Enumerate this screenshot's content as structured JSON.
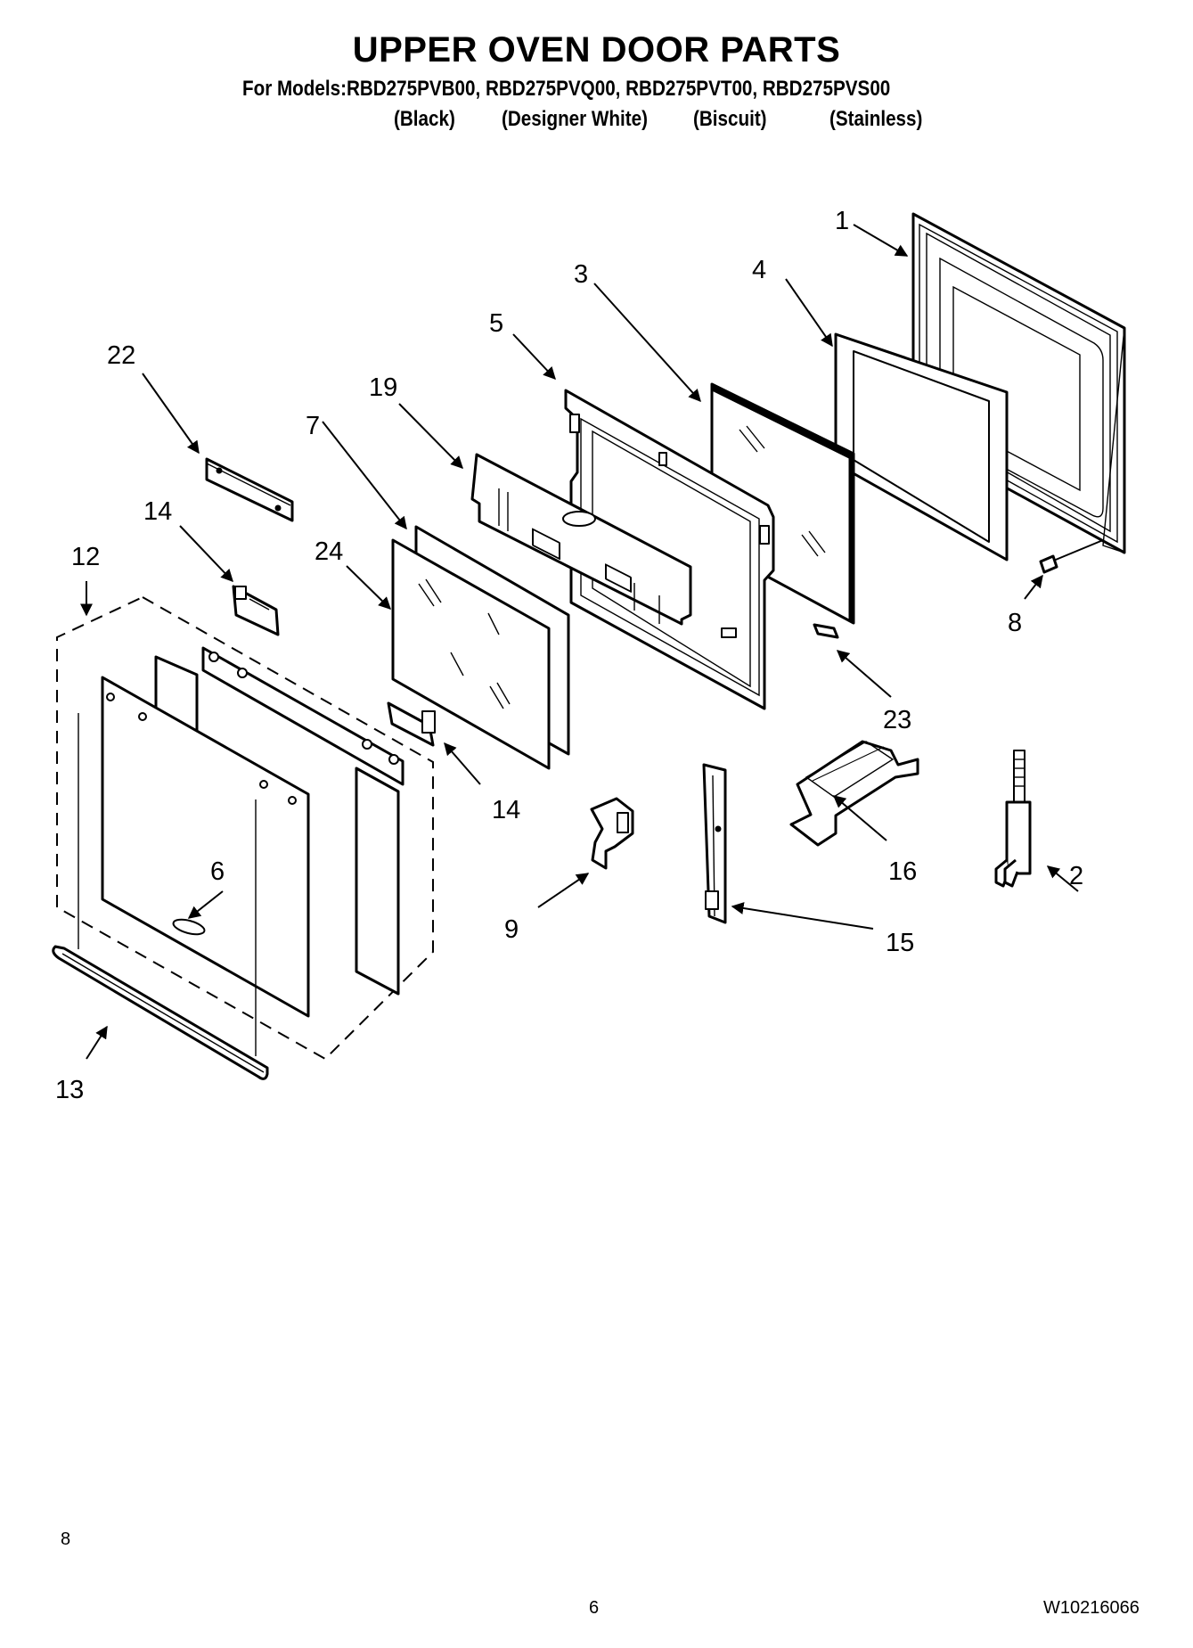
{
  "header": {
    "title": "UPPER OVEN DOOR PARTS",
    "models_line": "For Models:RBD275PVB00, RBD275PVQ00, RBD275PVT00, RBD275PVS00",
    "variants": [
      "(Black)",
      "(Designer White)",
      "(Biscuit)",
      "(Stainless)"
    ]
  },
  "callouts": [
    "1",
    "2",
    "3",
    "4",
    "5",
    "6",
    "7",
    "8",
    "9",
    "12",
    "13",
    "14",
    "14",
    "15",
    "16",
    "19",
    "22",
    "23",
    "24"
  ],
  "footer": {
    "left_number": "8",
    "page_number": "6",
    "document_number": "W10216066"
  }
}
